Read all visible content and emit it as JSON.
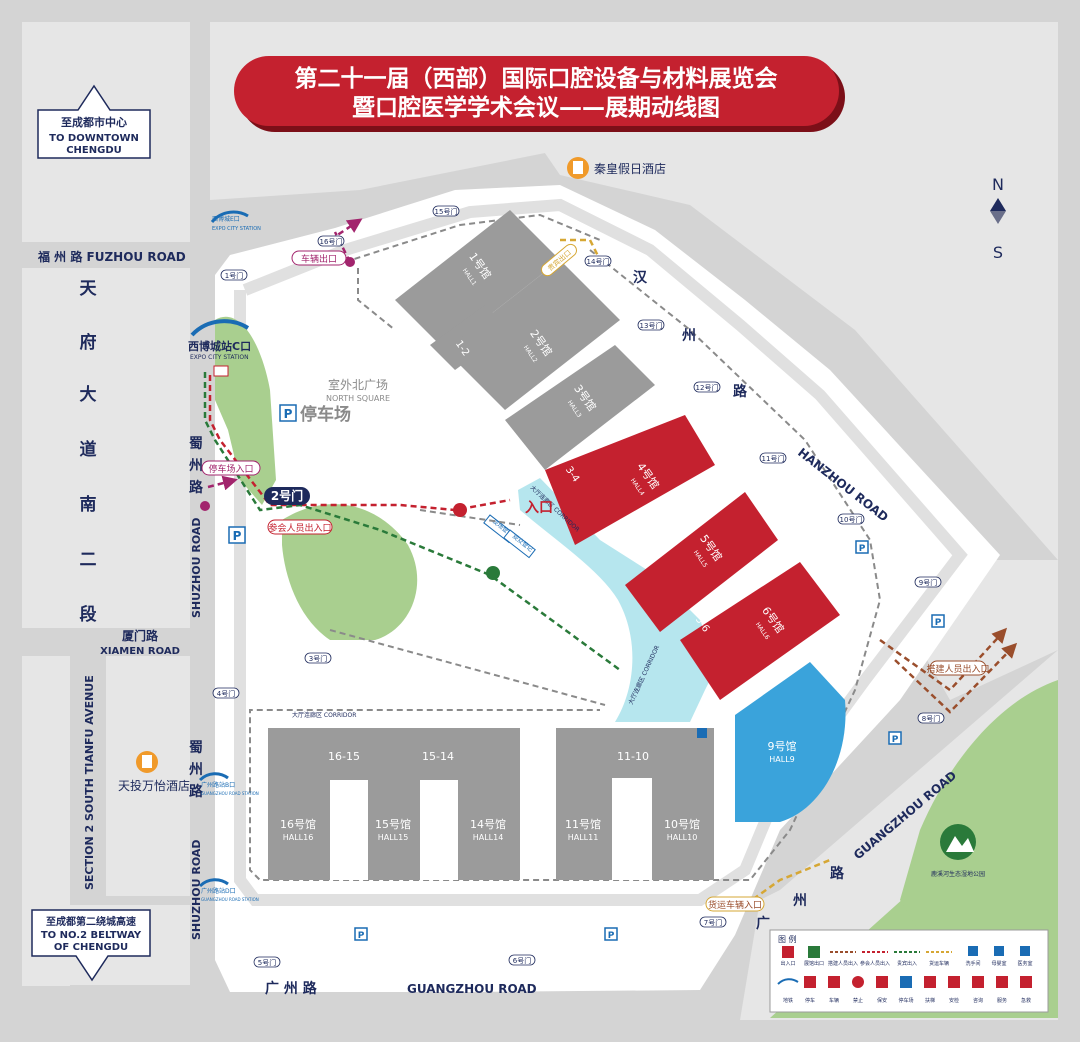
{
  "title": {
    "line1": "第二十一届（西部）国际口腔设备与材料展览会",
    "line2": "暨口腔医学学术会议——展期动线图"
  },
  "colors": {
    "road": "#d4d4d4",
    "block": "#e6e6e6",
    "hall_gray": "#9b9b9b",
    "hall_red": "#c4212f",
    "hall_blue": "#3aa3db",
    "corridor": "#b6e6ee",
    "green": "#a9cf8f",
    "magenta": "#a2246d",
    "red": "#c4212f",
    "green_route": "#2a7a3a",
    "gold": "#d6a734",
    "brown": "#9a4e2c",
    "navy": "#1e2a5c",
    "orange": "#f09a2a"
  },
  "signs": {
    "downtown_cn": "至成都市中心",
    "downtown_en1": "TO DOWNTOWN",
    "downtown_en2": "CHENGDU",
    "beltway_cn": "至成都第二绕城高速",
    "beltway_en1": "TO NO.2 BELTWAY",
    "beltway_en2": "OF CHENGDU"
  },
  "compass": {
    "n": "N",
    "s": "S"
  },
  "roads": {
    "fuzhou": "福 州 路  FUZHOU ROAD",
    "tianfu_chars": [
      "天",
      "府",
      "大",
      "道",
      "南",
      "二",
      "段"
    ],
    "tianfu_en": "SECTION 2 SOUTH TIANFU AVENUE",
    "xiamen_cn": "厦门路",
    "xiamen_en": "XIAMEN ROAD",
    "shuzhou_chars_top": [
      "蜀",
      "州",
      "路"
    ],
    "shuzhou_chars_bottom": [
      "蜀",
      "州",
      "路"
    ],
    "shuzhou_en": "SHUZHOU ROAD",
    "hanzhou_chars": [
      "汉",
      "州",
      "路"
    ],
    "hanzhou_en": "HANZHOU ROAD",
    "guangzhou_cn": "广  州  路",
    "guangzhou_en": "GUANGZHOU ROAD",
    "guangzhou_diag_cn": [
      "广",
      "州",
      "路"
    ],
    "guangzhou_diag_en": "GUANGZHOU ROAD"
  },
  "landmarks": {
    "hotel_top": "秦皇假日酒店",
    "hotel_left": "天投万怡酒店",
    "north_square_cn": "室外北广场",
    "north_square_en": "NORTH SQUARE",
    "parking_cn": "停车场",
    "station_c_cn": "西博城站C口",
    "station_c_en": "EXPO CITY STATION",
    "station_top_cn": "西博城E口",
    "station_top_en": "EXPO CITY STATION",
    "station_gz1_cn": "广州路站B口",
    "station_gz1_en": "GUANGZHOU ROAD STATION",
    "station_gz2_cn": "广州路站D口",
    "station_gz2_en": "GUANGZHOU ROAD STATION",
    "park_cn": "鹿溪河生态湿地公园",
    "corridor_top": "大厅连廊区 CORRIDOR",
    "corridor_mid": "大厅连廊区 CORRIDOR",
    "corridor_east": "大厅连廊区 CORRIDOR",
    "entrance_big": "入口",
    "reg1": "现场登记",
    "reg2": "观众登记"
  },
  "halls": {
    "h1": {
      "cn": "1号馆",
      "en": "HALL1"
    },
    "h2": {
      "cn": "2号馆",
      "en": "HALL2"
    },
    "h3": {
      "cn": "3号馆",
      "en": "HALL3"
    },
    "h4": {
      "cn": "4号馆",
      "en": "HALL4"
    },
    "h5": {
      "cn": "5号馆",
      "en": "HALL5"
    },
    "h6": {
      "cn": "6号馆",
      "en": "HALL6"
    },
    "h9": {
      "cn": "9号馆",
      "en": "HALL9"
    },
    "h10": {
      "cn": "10号馆",
      "en": "HALL10"
    },
    "h11": {
      "cn": "11号馆",
      "en": "HALL11"
    },
    "h14": {
      "cn": "14号馆",
      "en": "HALL14"
    },
    "h15": {
      "cn": "15号馆",
      "en": "HALL15"
    },
    "h16": {
      "cn": "16号馆",
      "en": "HALL16"
    },
    "c12": "1-2",
    "c34": "3-4",
    "c56": "5-6",
    "c1615": "16-15",
    "c1514": "15-14",
    "c1110": "11-10"
  },
  "gates": {
    "g1": "1号门",
    "g2": "2号门",
    "g3": "3号门",
    "g4": "4号门",
    "g5": "5号门",
    "g6": "6号门",
    "g7": "7号门",
    "g8": "8号门",
    "g9": "9号门",
    "g10": "10号门",
    "g11": "11号门",
    "g12": "12号门",
    "g13": "13号门",
    "g14": "14号门",
    "g15": "15号门",
    "g16": "16号门"
  },
  "labels": {
    "vehicle_exit": "车辆出口",
    "parking_entry": "停车场入口",
    "attendee_entry": "参会人员出入口",
    "vip_exit": "贵宾出口",
    "builder_entry": "搭建人员出入口",
    "freight_entry": "货运车辆入口"
  },
  "legend": {
    "title": "图 例",
    "row1": [
      "出入口",
      "展馆出口",
      "搭建人员出入",
      "参会人员出入",
      "贵宾出入",
      "货运车辆",
      "洗手间",
      "母婴室",
      "医务室"
    ],
    "row2": [
      "地铁",
      "停车",
      "车辆",
      "禁止",
      "保安",
      "停车场",
      "扶梯",
      "安检",
      "咨询",
      "服务",
      "急救"
    ]
  }
}
